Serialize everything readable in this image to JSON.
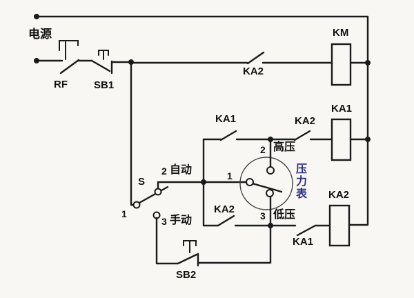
{
  "colors": {
    "background": "#f8f7f4",
    "line": "#1a1a1a",
    "label_text": "#111111",
    "gauge_label_text": "#2a2e86"
  },
  "power": {
    "label": "电源"
  },
  "contacts": {
    "rf": "RF",
    "sb1": "SB1",
    "sb2": "SB2",
    "ka2_top": "KA2",
    "ka1_high": "KA1",
    "ka2_high": "KA2",
    "ka2_manual": "KA2",
    "ka1_low": "KA1"
  },
  "coils": {
    "km": "KM",
    "ka1": "KA1",
    "ka2": "KA2"
  },
  "selector": {
    "label": "S",
    "pole_terminal": "1",
    "auto_terminal": "2",
    "auto_label": "自动",
    "manual_terminal": "3",
    "manual_label": "手动"
  },
  "gauge": {
    "label": "压力表",
    "common_terminal": "1",
    "high_terminal": "2",
    "high_label": "高压",
    "low_terminal": "3",
    "low_label": "低压"
  }
}
